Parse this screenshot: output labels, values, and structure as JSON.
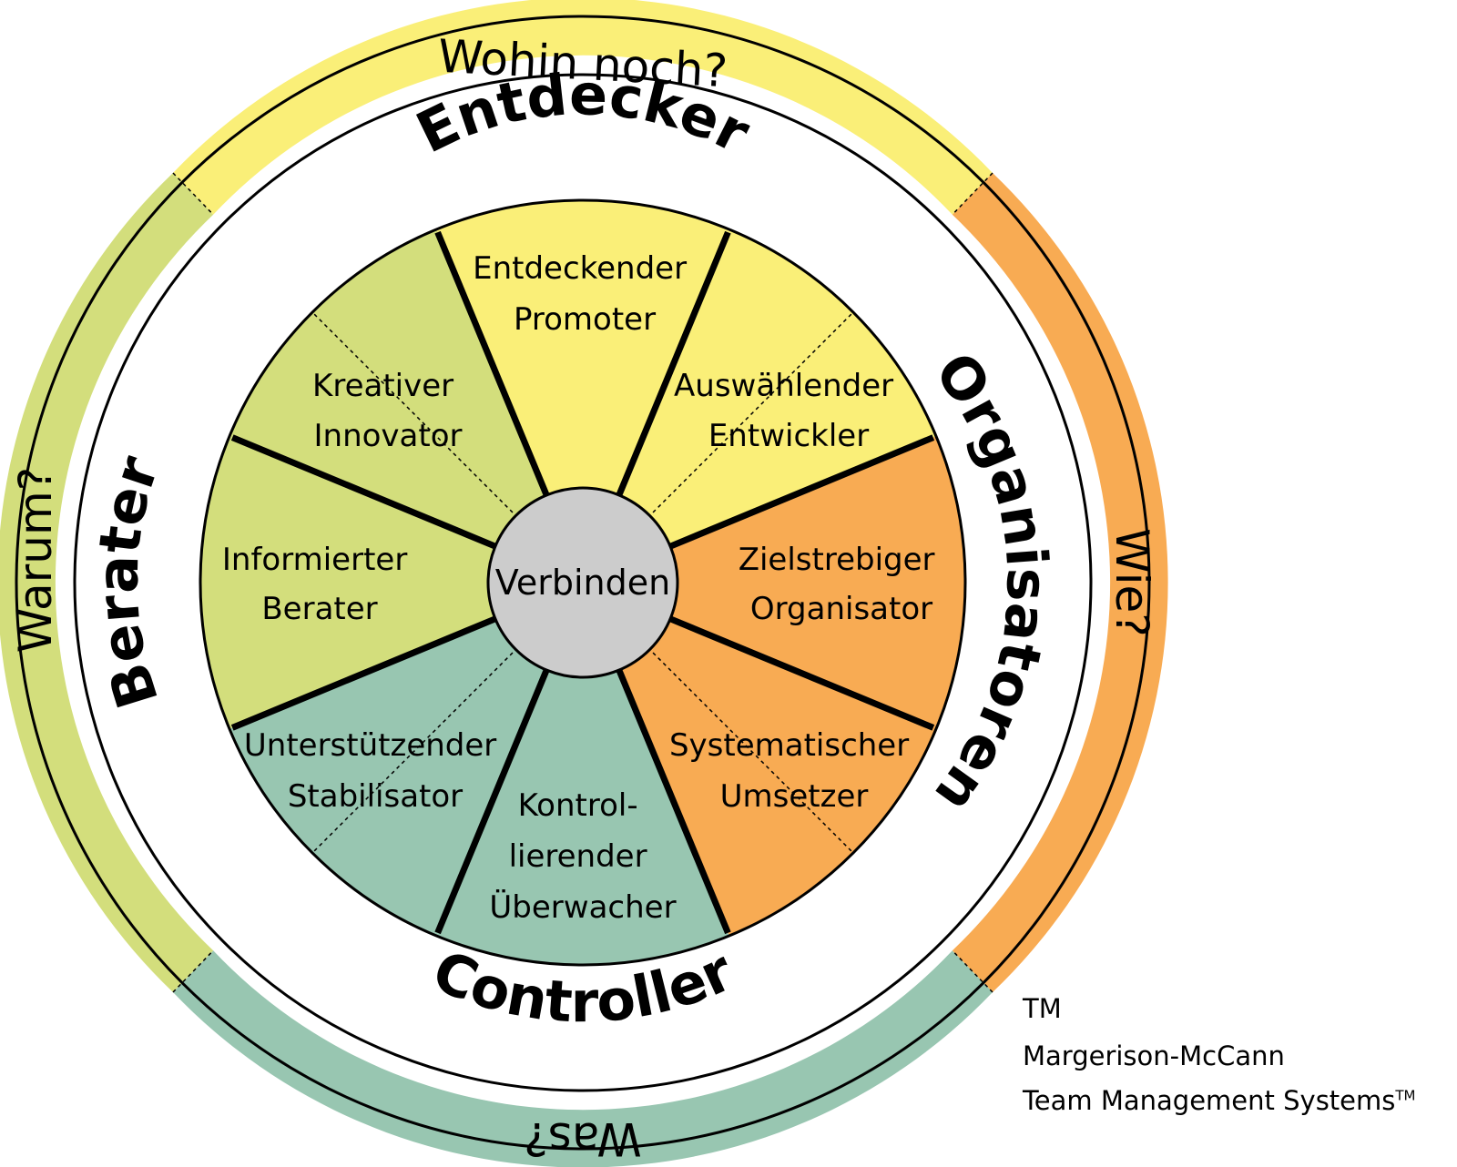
{
  "center": {
    "label": "Verbinden",
    "fill": "#cccccc"
  },
  "colors": {
    "yellow": "#faef78",
    "orange": "#f8ab53",
    "teal": "#98c6b1",
    "green": "#d3de7c",
    "white_ring": "#ffffff",
    "stroke": "#000000"
  },
  "outer_ring": [
    {
      "label": "Wohin noch?",
      "color": "#faef78"
    },
    {
      "label": "Wie?",
      "color": "#f8ab53"
    },
    {
      "label": "Was?",
      "color": "#98c6b1"
    },
    {
      "label": "Warum?",
      "color": "#d3de7c"
    }
  ],
  "middle_ring": [
    {
      "label": "Entdecker"
    },
    {
      "label": "Organisatoren"
    },
    {
      "label": "Controller"
    },
    {
      "label": "Berater"
    }
  ],
  "segments": [
    {
      "line1": "Entdeckender",
      "line2": "Promoter",
      "line3": "",
      "color": "#faef78"
    },
    {
      "line1": "Auswählender",
      "line2": "Entwickler",
      "line3": "",
      "color": "#faef78"
    },
    {
      "line1": "Zielstrebiger",
      "line2": "Organisator",
      "line3": "",
      "color": "#f8ab53"
    },
    {
      "line1": "Systematischer",
      "line2": "Umsetzer",
      "line3": "",
      "color": "#f8ab53"
    },
    {
      "line1": "Kontrol-",
      "line2": "lierender",
      "line3": "Überwacher",
      "color": "#98c6b1"
    },
    {
      "line1": "Unterstützender",
      "line2": "Stabilisator",
      "line3": "",
      "color": "#98c6b1"
    },
    {
      "line1": "Informierter",
      "line2": "Berater",
      "line3": "",
      "color": "#d3de7c"
    },
    {
      "line1": "Kreativer",
      "line2": "Innovator",
      "line3": "",
      "color": "#d3de7c"
    }
  ],
  "credit": {
    "tm": "TM",
    "line1": "Margerison-McCann",
    "line2": "Team Management Systems",
    "sup": "TM"
  }
}
